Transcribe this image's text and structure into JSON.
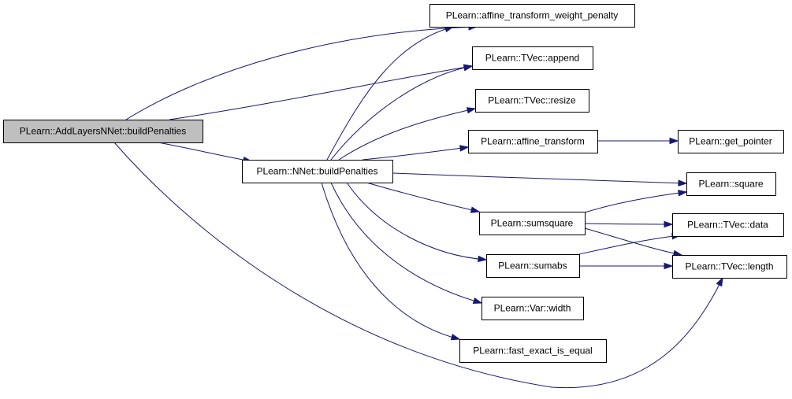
{
  "graph": {
    "colors": {
      "edge": "#191970",
      "root_fill": "#bfbfbf",
      "node_fill": "#ffffff",
      "node_border": "#000000"
    },
    "nodes": [
      {
        "id": "n0",
        "label": "PLearn::AddLayersNNet::buildPenalties",
        "root": true
      },
      {
        "id": "n1",
        "label": "PLearn::affine_transform_weight_penalty"
      },
      {
        "id": "n2",
        "label": "PLearn::TVec::append"
      },
      {
        "id": "n3",
        "label": "PLearn::NNet::buildPenalties"
      },
      {
        "id": "n4",
        "label": "PLearn::TVec::length"
      },
      {
        "id": "n5",
        "label": "PLearn::TVec::resize"
      },
      {
        "id": "n6",
        "label": "PLearn::affine_transform"
      },
      {
        "id": "n7",
        "label": "PLearn::get_pointer"
      },
      {
        "id": "n8",
        "label": "PLearn::square"
      },
      {
        "id": "n9",
        "label": "PLearn::sumsquare"
      },
      {
        "id": "n10",
        "label": "PLearn::TVec::data"
      },
      {
        "id": "n11",
        "label": "PLearn::sumabs"
      },
      {
        "id": "n12",
        "label": "PLearn::Var::width"
      },
      {
        "id": "n13",
        "label": "PLearn::fast_exact_is_equal"
      }
    ],
    "edges": [
      [
        "n0",
        "n1"
      ],
      [
        "n0",
        "n2"
      ],
      [
        "n0",
        "n3"
      ],
      [
        "n0",
        "n4"
      ],
      [
        "n3",
        "n1"
      ],
      [
        "n3",
        "n2"
      ],
      [
        "n3",
        "n5"
      ],
      [
        "n3",
        "n6"
      ],
      [
        "n3",
        "n8"
      ],
      [
        "n3",
        "n9"
      ],
      [
        "n3",
        "n11"
      ],
      [
        "n3",
        "n12"
      ],
      [
        "n3",
        "n13"
      ],
      [
        "n6",
        "n7"
      ],
      [
        "n9",
        "n8"
      ],
      [
        "n9",
        "n10"
      ],
      [
        "n9",
        "n4"
      ],
      [
        "n11",
        "n10"
      ],
      [
        "n11",
        "n4"
      ]
    ]
  }
}
